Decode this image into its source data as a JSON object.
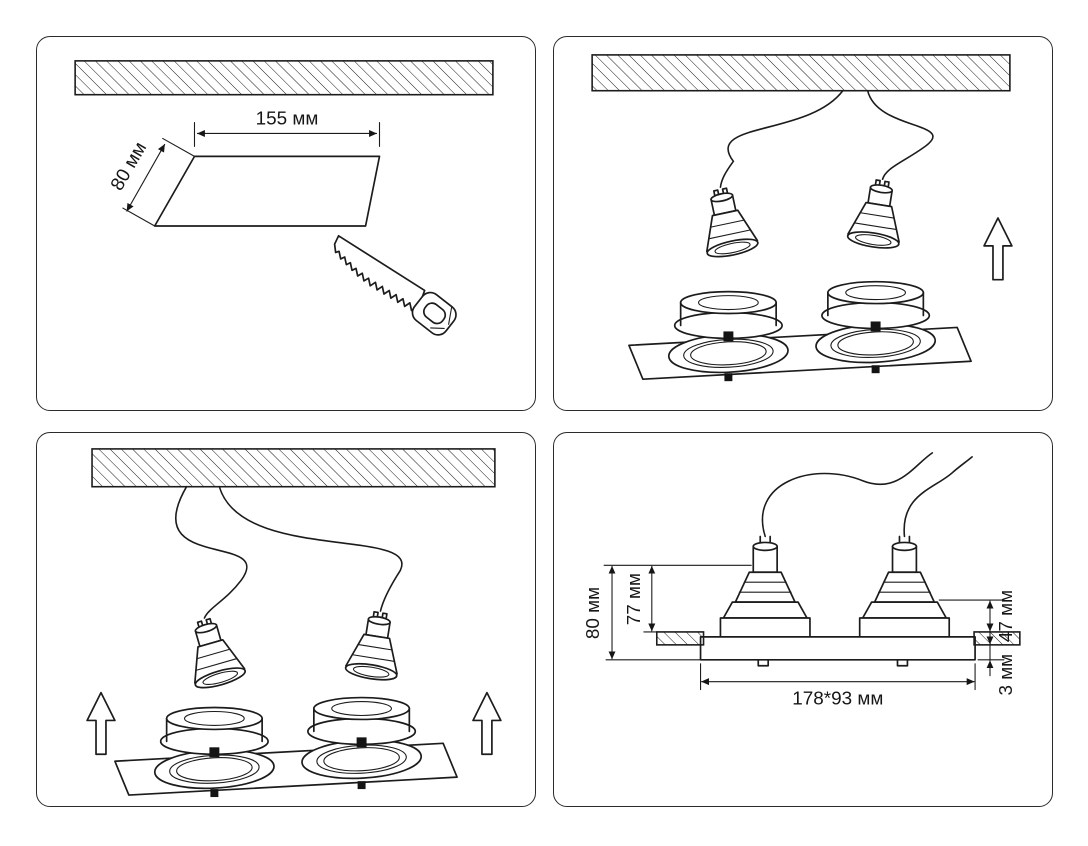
{
  "diagram": {
    "title": "recessed-downlight-installation-steps",
    "colors": {
      "line": "#1c1c1c",
      "background": "#ffffff"
    }
  },
  "panels": {
    "cutout": {
      "dim_width": "155 мм",
      "dim_depth": "80 мм"
    },
    "side_view": {
      "dim_total_height": "80 мм",
      "dim_recess_height": "77 мм",
      "dim_housing_height": "47 мм",
      "dim_trim_height": "3 мм",
      "dim_footprint": "178*93 мм"
    }
  }
}
